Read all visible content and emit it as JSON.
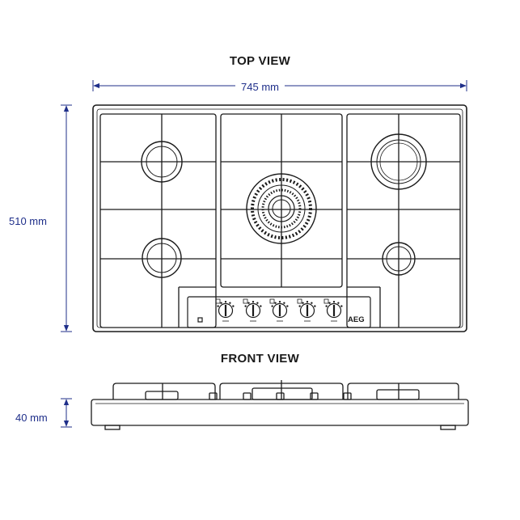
{
  "views": {
    "top_title": "TOP VIEW",
    "front_title": "FRONT VIEW"
  },
  "dimensions": {
    "width": "745 mm",
    "height": "510 mm",
    "depth": "40 mm"
  },
  "brand": "AEG",
  "colors": {
    "dimension": "#1f2f8a",
    "line": "#1a1a1a",
    "background": "#ffffff"
  },
  "controls": {
    "knob_count": 5,
    "icons": [
      "small-burner-icon",
      "medium-burner-icon",
      "wok-burner-icon",
      "large-burner-icon",
      "medium-burner-icon"
    ]
  }
}
